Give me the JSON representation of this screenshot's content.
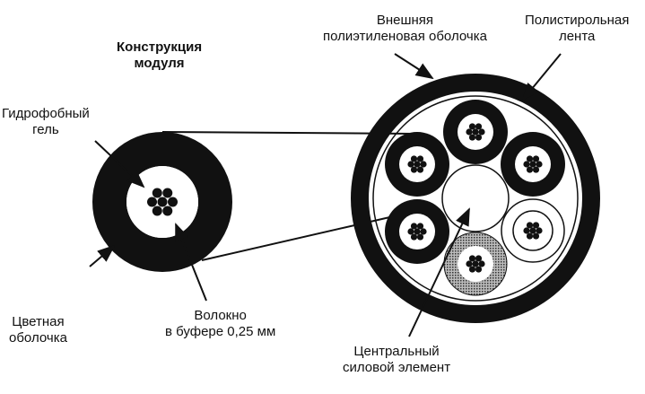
{
  "title": {
    "line1": "Конструкция",
    "line2": "модуля"
  },
  "labels": {
    "outer_sheath": {
      "line1": "Внешняя",
      "line2": "полиэтиленовая оболочка"
    },
    "polystyrene_tape": {
      "line1": "Полистирольная",
      "line2": "лента"
    },
    "hydrophobic_gel": {
      "line1": "Гидрофобный",
      "line2": "гель"
    },
    "colored_sheath": {
      "line1": "Цветная",
      "line2": "оболочка"
    },
    "fiber": {
      "line1": "Волокно",
      "line2": "в буфере 0,25 мм"
    },
    "central_member": {
      "line1": "Центральный",
      "line2": "силовой элемент"
    }
  },
  "colors": {
    "ink": "#111111",
    "hatch": "#888888"
  }
}
